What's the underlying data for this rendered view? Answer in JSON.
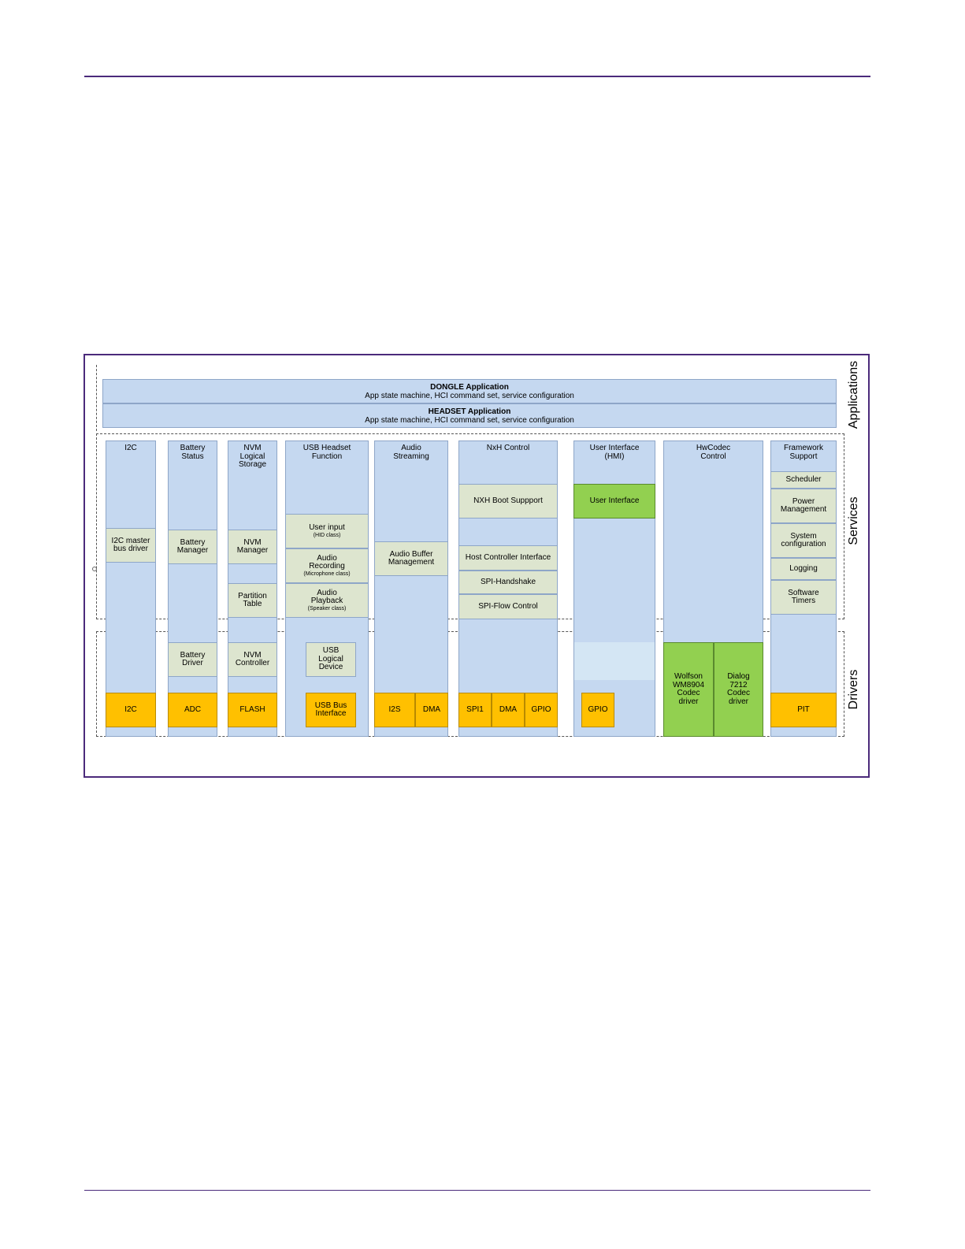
{
  "applications": {
    "dongle": {
      "title": "DONGLE Application",
      "subtitle": "App state machine, HCI command set, service configuration"
    },
    "headset": {
      "title": "HEADSET Application",
      "subtitle": "App state machine, HCI command set, service configuration"
    }
  },
  "layer_labels": {
    "applications": "Applications",
    "services": "Services",
    "drivers": "Drivers"
  },
  "columns": {
    "i2c": {
      "title": "I2C",
      "service": "I2C master bus driver",
      "driver": "I2C"
    },
    "battery": {
      "title": "Battery Status",
      "service": "Battery Manager",
      "driver_service": "Battery Driver",
      "driver": "ADC"
    },
    "nvm": {
      "title": "NVM Logical Storage",
      "manager": "NVM Manager",
      "partition": "Partition Table",
      "controller": "NVM Controller",
      "driver": "FLASH"
    },
    "usb": {
      "title": "USB Headset Function",
      "user_input": "User input",
      "user_input_class": "(HID class)",
      "recording": "Audio Recording",
      "recording_class": "(Microphone class)",
      "playback": "Audio Playback",
      "playback_class": "(Speaker class)",
      "logical_device": "USB Logical Device",
      "bus": "USB Bus Interface"
    },
    "audio": {
      "title": "Audio Streaming",
      "buffer": "Audio Buffer Management",
      "i2s": "I2S",
      "dma": "DMA"
    },
    "nxh": {
      "title": "NxH Control",
      "boot": "NXH Boot Suppport",
      "hci": "Host Controller Interface",
      "handshake": "SPI-Handshake",
      "flow": "SPI-Flow Control",
      "spi1": "SPI1",
      "dma": "DMA",
      "gpio": "GPIO"
    },
    "ui": {
      "title": "User Interface (HMI)",
      "service": "User Interface",
      "gpio": "GPIO"
    },
    "hwcodec": {
      "title": "HwCodec Control",
      "wolfson": "Wolfson WM8904 Codec driver",
      "dialog": "Dialog 7212 Codec driver"
    },
    "framework": {
      "title": "Framework Support",
      "scheduler": "Scheduler",
      "power": "Power Management",
      "sysconfig": "System configuration",
      "logging": "Logging",
      "timers": "Software Timers",
      "pit": "PIT"
    }
  },
  "colors": {
    "service_blue": "#c5d8f0",
    "module_grey": "#dde5cf",
    "driver_orange": "#ffc000",
    "hw_green": "#92d050",
    "rule_purple": "#4b2a7b"
  }
}
